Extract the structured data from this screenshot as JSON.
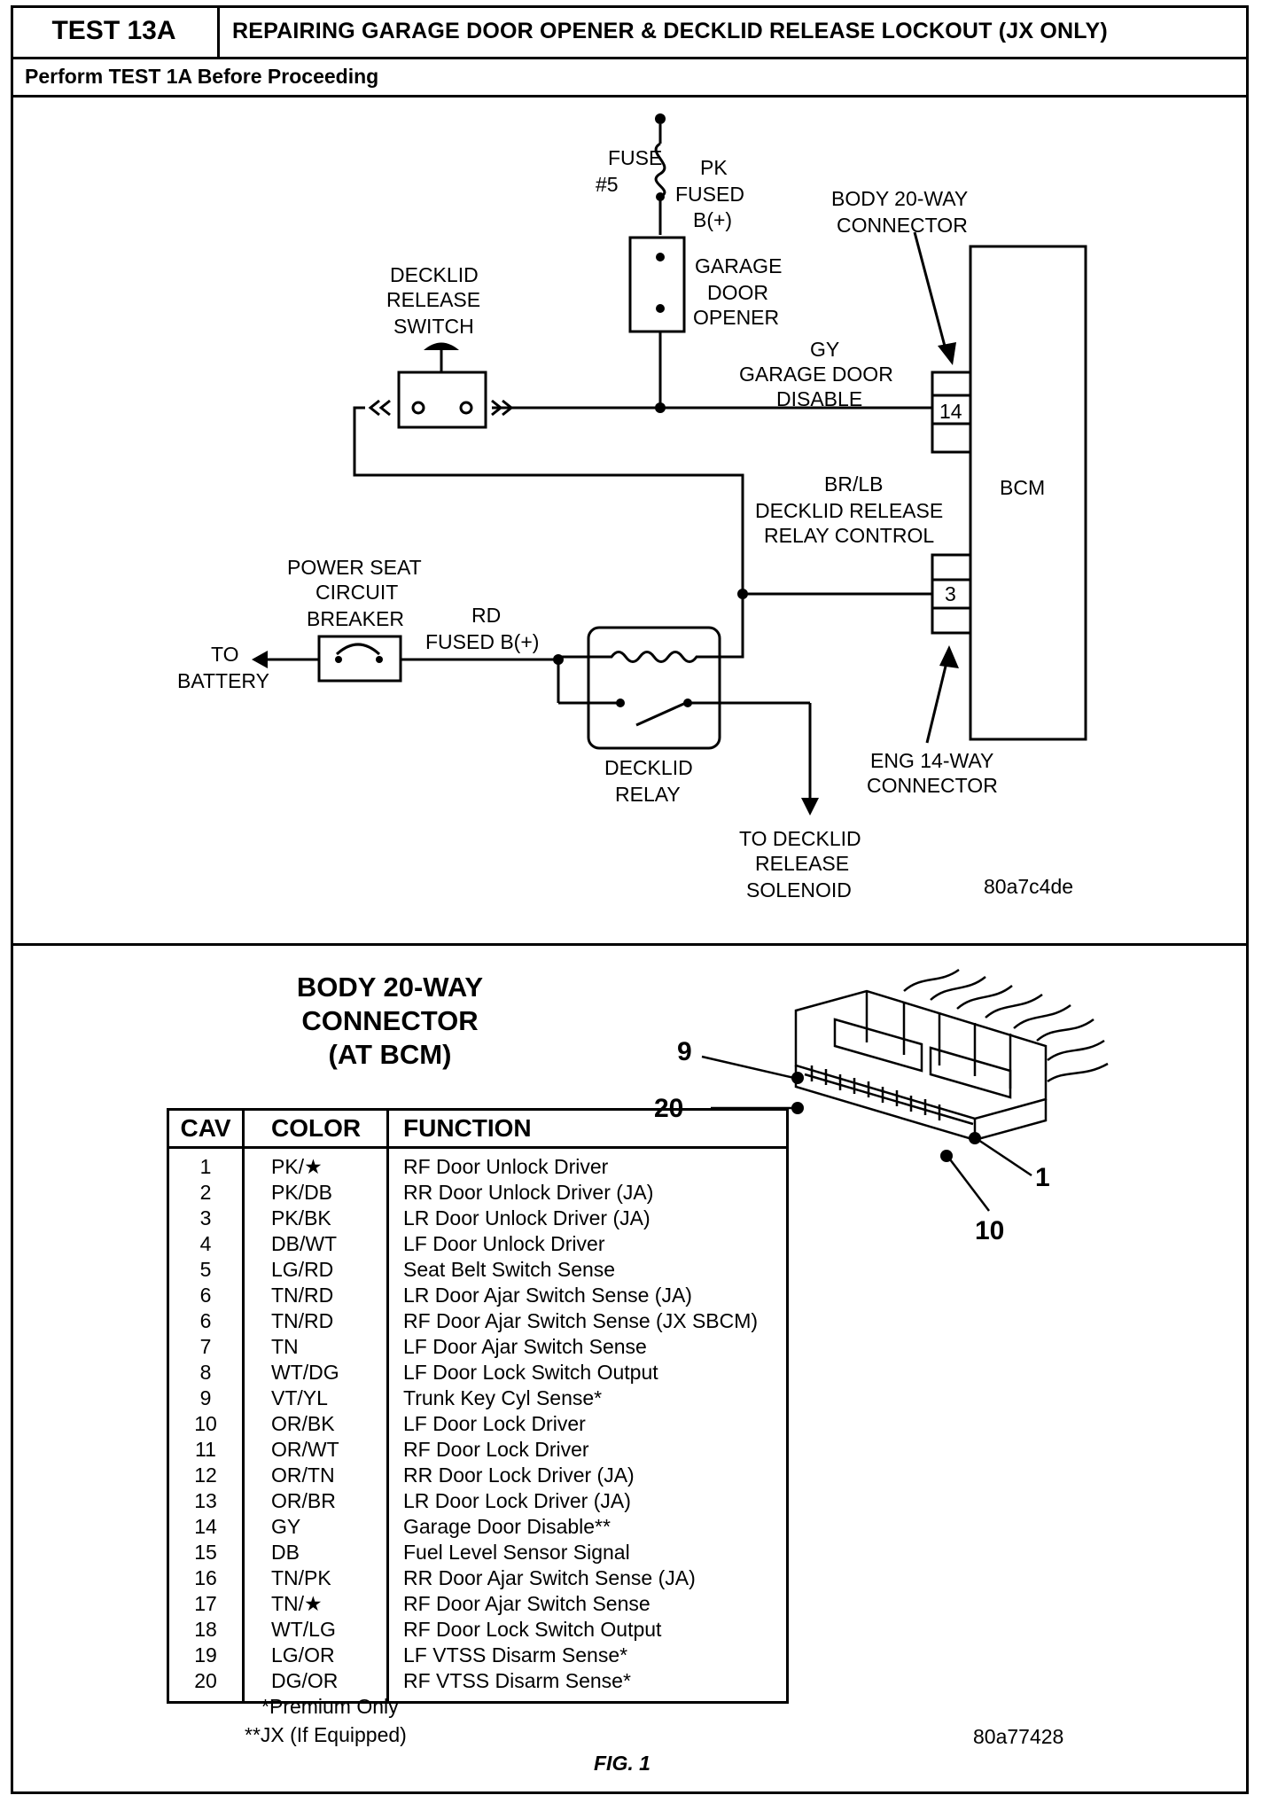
{
  "header": {
    "test_id": "TEST 13A",
    "title": "REPAIRING GARAGE DOOR OPENER & DECKLID RELEASE LOCKOUT (JX ONLY)",
    "subtitle": "Perform TEST 1A Before Proceeding"
  },
  "schematic": {
    "fuse_label_1": "FUSE",
    "fuse_label_2": "#5",
    "pk_label_1": "PK",
    "pk_label_2": "FUSED",
    "pk_label_3": "B(+)",
    "body_conn_1": "BODY 20-WAY",
    "body_conn_2": "CONNECTOR",
    "garage_1": "GARAGE",
    "garage_2": "DOOR",
    "garage_3": "OPENER",
    "decklid_sw_1": "DECKLID",
    "decklid_sw_2": "RELEASE",
    "decklid_sw_3": "SWITCH",
    "gy_1": "GY",
    "gy_2": "GARAGE DOOR",
    "gy_3": "DISABLE",
    "pin_14": "14",
    "bcm": "BCM",
    "brlb_1": "BR/LB",
    "brlb_2": "DECKLID RELEASE",
    "brlb_3": "RELAY CONTROL",
    "pin_3": "3",
    "seat_1": "POWER SEAT",
    "seat_2": "CIRCUIT",
    "seat_3": "BREAKER",
    "rd_1": "RD",
    "rd_2": "FUSED B(+)",
    "batt_1": "TO",
    "batt_2": "BATTERY",
    "relay_1": "DECKLID",
    "relay_2": "RELAY",
    "eng_1": "ENG 14-WAY",
    "eng_2": "CONNECTOR",
    "sol_1": "TO DECKLID",
    "sol_2": "RELEASE",
    "sol_3": "SOLENOID",
    "code": "80a7c4de"
  },
  "connector": {
    "title_1": "BODY 20-WAY",
    "title_2": "CONNECTOR",
    "title_3": "(AT BCM)",
    "callout_9": "9",
    "callout_20": "20",
    "callout_1": "1",
    "callout_10": "10",
    "headers": {
      "cav": "CAV",
      "color": "COLOR",
      "function": "FUNCTION"
    },
    "rows": [
      {
        "cav": "1",
        "color": "PK/★",
        "function": "RF Door Unlock Driver"
      },
      {
        "cav": "2",
        "color": "PK/DB",
        "function": "RR Door Unlock Driver (JA)"
      },
      {
        "cav": "3",
        "color": "PK/BK",
        "function": "LR Door Unlock Driver (JA)"
      },
      {
        "cav": "4",
        "color": "DB/WT",
        "function": "LF Door Unlock Driver"
      },
      {
        "cav": "5",
        "color": "LG/RD",
        "function": "Seat Belt Switch Sense"
      },
      {
        "cav": "6",
        "color": "TN/RD",
        "function": "LR Door Ajar Switch Sense (JA)"
      },
      {
        "cav": "6",
        "color": "TN/RD",
        "function": "RF Door Ajar Switch Sense (JX SBCM)"
      },
      {
        "cav": "7",
        "color": "TN",
        "function": "LF Door Ajar Switch Sense"
      },
      {
        "cav": "8",
        "color": "WT/DG",
        "function": "LF Door Lock Switch Output"
      },
      {
        "cav": "9",
        "color": "VT/YL",
        "function": "Trunk Key Cyl Sense*"
      },
      {
        "cav": "10",
        "color": "OR/BK",
        "function": "LF Door Lock Driver"
      },
      {
        "cav": "11",
        "color": "OR/WT",
        "function": "RF Door Lock Driver"
      },
      {
        "cav": "12",
        "color": "OR/TN",
        "function": "RR Door Lock Driver (JA)"
      },
      {
        "cav": "13",
        "color": "OR/BR",
        "function": "LR Door Lock Driver (JA)"
      },
      {
        "cav": "14",
        "color": "GY",
        "function": "Garage Door Disable**"
      },
      {
        "cav": "15",
        "color": "DB",
        "function": "Fuel Level Sensor Signal"
      },
      {
        "cav": "16",
        "color": "TN/PK",
        "function": "RR Door Ajar Switch Sense (JA)"
      },
      {
        "cav": "17",
        "color": "TN/★",
        "function": "RF Door Ajar Switch Sense"
      },
      {
        "cav": "18",
        "color": "WT/LG",
        "function": "RF Door Lock Switch Output"
      },
      {
        "cav": "19",
        "color": "LG/OR",
        "function": "LF VTSS Disarm Sense*"
      },
      {
        "cav": "20",
        "color": "DG/OR",
        "function": "RF VTSS Disarm Sense*"
      }
    ],
    "note_premium": "*Premium Only",
    "note_jx": "**JX (If Equipped)",
    "code": "80a77428",
    "fig": "FIG. 1"
  }
}
